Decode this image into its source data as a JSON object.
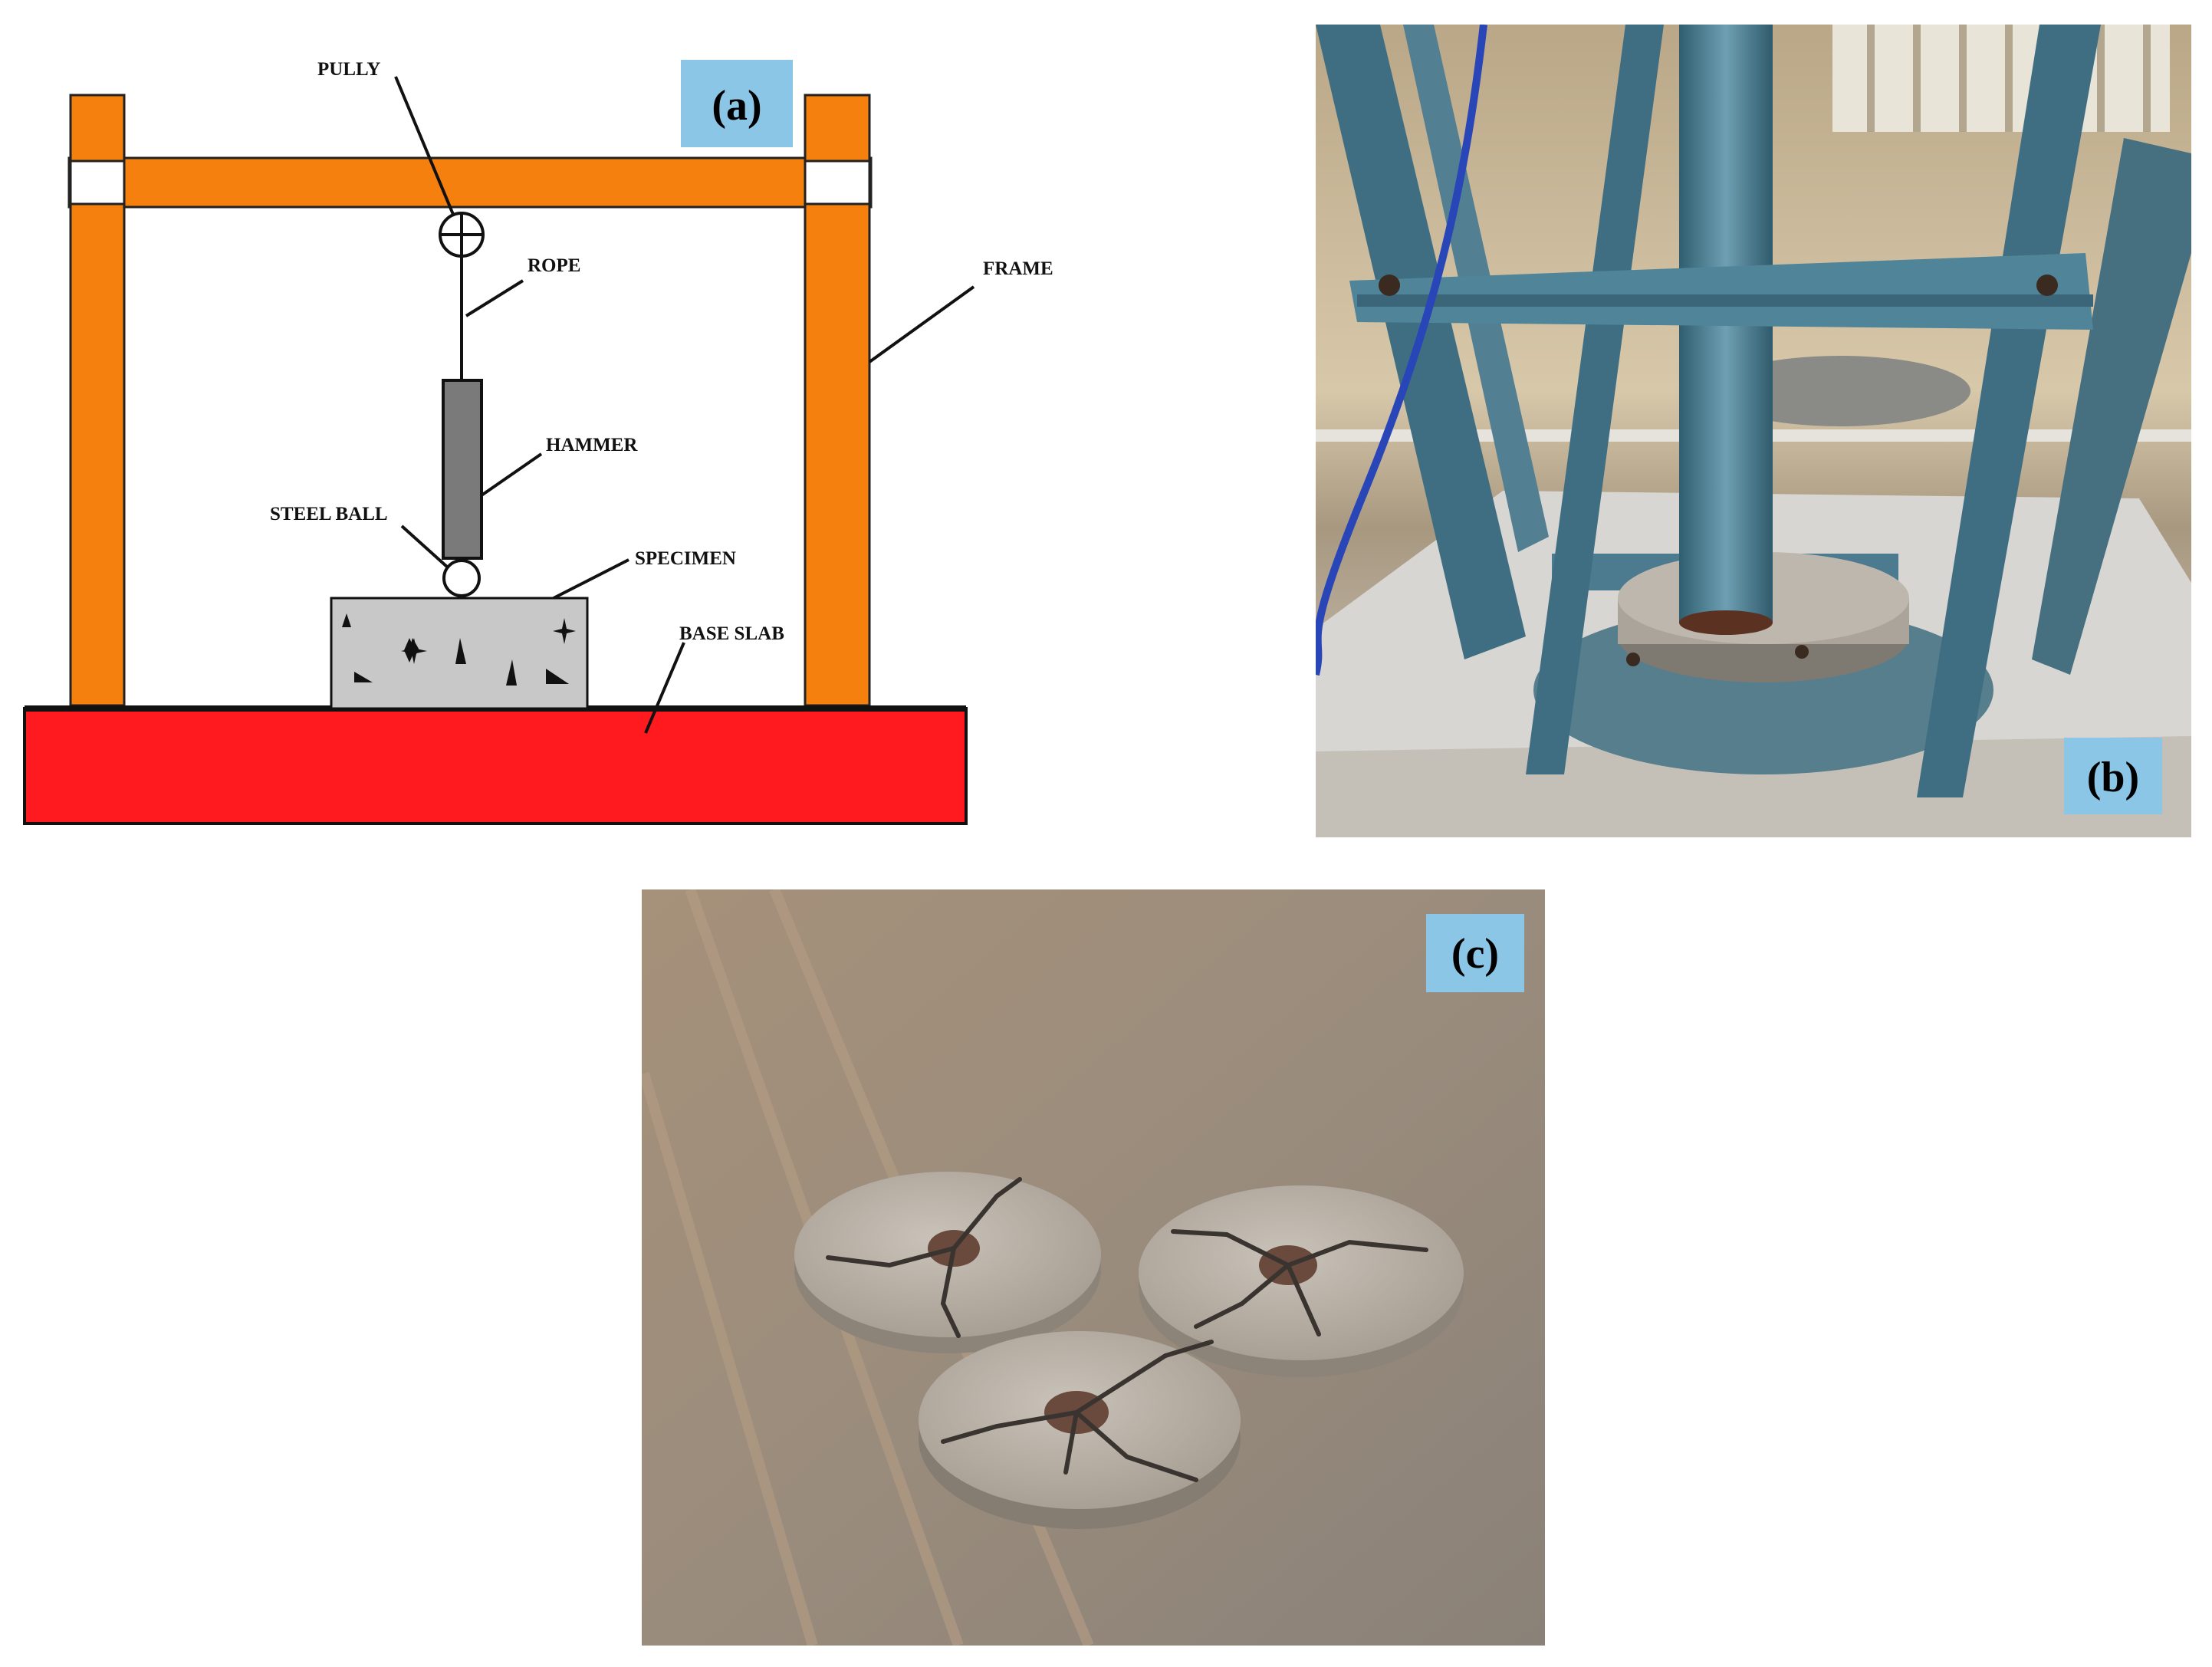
{
  "panels": {
    "a": {
      "tag": "(a)",
      "labels": {
        "pully": "PULLY",
        "rope": "ROPE",
        "frame": "FRAME",
        "hammer": "HAMMER",
        "steel_ball": "STEEL BALL",
        "specimen": "SPECIMEN",
        "base_slab": "BASE SLAB"
      }
    },
    "b": {
      "tag": "(b)"
    },
    "c": {
      "tag": "(c)"
    }
  },
  "colors": {
    "frame": "#f5800e",
    "base_slab": "#ff1a1f",
    "hammer": "#7a7a7a",
    "specimen": "#c8c8c8",
    "tag_background": "#8cc6e6",
    "photo_b_wall": "#cbb89a",
    "photo_b_steel": "#4a7f95",
    "photo_c_floor": "#9a8b78",
    "photo_c_disc": "#b6ada2"
  }
}
